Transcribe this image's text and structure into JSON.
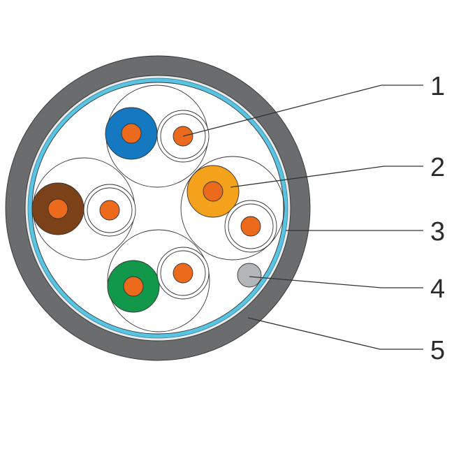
{
  "callouts": [
    {
      "number": "1"
    },
    {
      "number": "2"
    },
    {
      "number": "3"
    },
    {
      "number": "4"
    },
    {
      "number": "5"
    }
  ],
  "colors": {
    "outer_jacket": "#6b6c6e",
    "inner_sheath": "#e9e9ea",
    "foil_shield": "#59c3e2",
    "core_fill": "#ffffff",
    "conductor": "#ec6a1c",
    "pair_blue": "#1479c0",
    "pair_orange": "#f4a21c",
    "pair_brown": "#7b4119",
    "pair_green": "#12984a",
    "drain_wire": "#b3b6b8"
  }
}
